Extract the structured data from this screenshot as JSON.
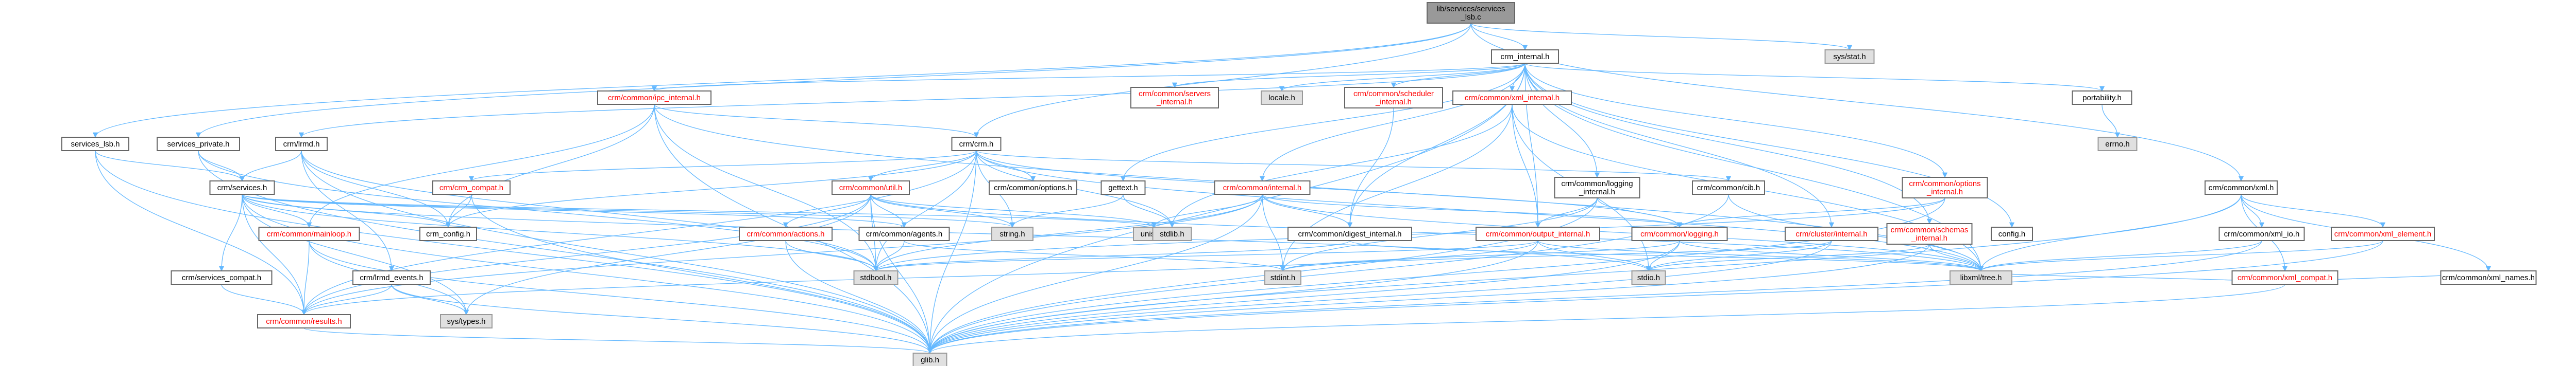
{
  "graph": {
    "title": "Dependency graph for libpacemaker/services_lsb.c",
    "colors": {
      "edge": "#63b8ff",
      "node_border": "#666666",
      "node_fill": "#ffffff",
      "system_fill": "#e0e0e0",
      "root_fill": "#999999",
      "text": "#000000",
      "red_text": "#ff0000"
    },
    "nodes": [
      {
        "id": "root",
        "label": "lib/services/services\n_lsb.c",
        "style": "root"
      },
      {
        "id": "sysstat",
        "label": "sys/stat.h",
        "style": "system"
      },
      {
        "id": "crm_internal",
        "label": "crm_internal.h",
        "style": "normal"
      },
      {
        "id": "servers_internal",
        "label": "crm/common/servers\n_internal.h",
        "style": "red"
      },
      {
        "id": "locale",
        "label": "locale.h",
        "style": "system"
      },
      {
        "id": "scheduler_internal",
        "label": "crm/common/scheduler\n_internal.h",
        "style": "red"
      },
      {
        "id": "xml_internal",
        "label": "crm/common/xml_internal.h",
        "style": "red"
      },
      {
        "id": "ipc_internal",
        "label": "crm/common/ipc_internal.h",
        "style": "red"
      },
      {
        "id": "crm_lrmd",
        "label": "crm/lrmd.h",
        "style": "normal"
      },
      {
        "id": "services_private",
        "label": "services_private.h",
        "style": "normal"
      },
      {
        "id": "services_lsb",
        "label": "services_lsb.h",
        "style": "normal"
      },
      {
        "id": "portability",
        "label": "portability.h",
        "style": "normal"
      },
      {
        "id": "errno",
        "label": "errno.h",
        "style": "system"
      },
      {
        "id": "crm_crm",
        "label": "crm/crm.h",
        "style": "normal"
      },
      {
        "id": "crm_compat",
        "label": "crm/crm_compat.h",
        "style": "red"
      },
      {
        "id": "crm_services",
        "label": "crm/services.h",
        "style": "normal"
      },
      {
        "id": "crm_config",
        "label": "crm_config.h",
        "style": "normal"
      },
      {
        "id": "mainloop",
        "label": "crm/common/mainloop.h",
        "style": "red"
      },
      {
        "id": "services_compat",
        "label": "crm/services_compat.h",
        "style": "normal"
      },
      {
        "id": "lrmd_events",
        "label": "crm/lrmd_events.h",
        "style": "normal"
      },
      {
        "id": "results",
        "label": "crm/common/results.h",
        "style": "red"
      },
      {
        "id": "systypes",
        "label": "sys/types.h",
        "style": "system"
      },
      {
        "id": "glib",
        "label": "glib.h",
        "style": "system"
      },
      {
        "id": "common_util",
        "label": "crm/common/util.h",
        "style": "red"
      },
      {
        "id": "actions",
        "label": "crm/common/actions.h",
        "style": "red"
      },
      {
        "id": "agents",
        "label": "crm/common/agents.h",
        "style": "normal"
      },
      {
        "id": "options",
        "label": "crm/common/options.h",
        "style": "normal"
      },
      {
        "id": "stringh",
        "label": "string.h",
        "style": "system"
      },
      {
        "id": "unistd",
        "label": "unistd.h",
        "style": "system"
      },
      {
        "id": "stdbool",
        "label": "stdbool.h",
        "style": "system"
      },
      {
        "id": "gettext",
        "label": "gettext.h",
        "style": "normal"
      },
      {
        "id": "stdlib",
        "label": "stdlib.h",
        "style": "system"
      },
      {
        "id": "common_internal",
        "label": "crm/common/internal.h",
        "style": "red"
      },
      {
        "id": "digest_internal",
        "label": "crm/common/digest_internal.h",
        "style": "normal"
      },
      {
        "id": "stdint",
        "label": "stdint.h",
        "style": "system"
      },
      {
        "id": "logging_internal",
        "label": "crm/common/logging\n_internal.h",
        "style": "normal"
      },
      {
        "id": "output_internal",
        "label": "crm/common/output_internal.h",
        "style": "red"
      },
      {
        "id": "common_logging",
        "label": "crm/common/logging.h",
        "style": "red"
      },
      {
        "id": "stdio",
        "label": "stdio.h",
        "style": "system"
      },
      {
        "id": "common_cib",
        "label": "crm/common/cib.h",
        "style": "normal"
      },
      {
        "id": "libxml_tree",
        "label": "libxml/tree.h",
        "style": "system"
      },
      {
        "id": "options_internal",
        "label": "crm/common/options\n_internal.h",
        "style": "red"
      },
      {
        "id": "cluster_internal",
        "label": "crm/cluster/internal.h",
        "style": "red"
      },
      {
        "id": "schemas_internal",
        "label": "crm/common/schemas\n_internal.h",
        "style": "red"
      },
      {
        "id": "configh",
        "label": "config.h",
        "style": "normal"
      },
      {
        "id": "common_xml",
        "label": "crm/common/xml.h",
        "style": "normal"
      },
      {
        "id": "xml_io",
        "label": "crm/common/xml_io.h",
        "style": "normal"
      },
      {
        "id": "xml_element",
        "label": "crm/common/xml_element.h",
        "style": "red"
      },
      {
        "id": "xml_compat",
        "label": "crm/common/xml_compat.h",
        "style": "red"
      },
      {
        "id": "xml_names",
        "label": "crm/common/xml_names.h",
        "style": "normal"
      }
    ],
    "edges": [
      [
        "root",
        "sysstat"
      ],
      [
        "root",
        "crm_internal"
      ],
      [
        "root",
        "services_private"
      ],
      [
        "root",
        "services_lsb"
      ],
      [
        "root",
        "crm_crm"
      ],
      [
        "root",
        "common_xml"
      ],
      [
        "crm_internal",
        "servers_internal"
      ],
      [
        "crm_internal",
        "locale"
      ],
      [
        "crm_internal",
        "scheduler_internal"
      ],
      [
        "crm_internal",
        "xml_internal"
      ],
      [
        "crm_internal",
        "ipc_internal"
      ],
      [
        "crm_internal",
        "portability"
      ],
      [
        "crm_internal",
        "crm_lrmd"
      ],
      [
        "crm_internal",
        "options_internal"
      ],
      [
        "crm_internal",
        "schemas_internal"
      ],
      [
        "crm_internal",
        "configh"
      ],
      [
        "crm_internal",
        "common_internal"
      ],
      [
        "crm_internal",
        "glib"
      ],
      [
        "crm_internal",
        "gettext"
      ],
      [
        "crm_internal",
        "logging_internal"
      ],
      [
        "crm_internal",
        "cluster_internal"
      ],
      [
        "crm_internal",
        "digest_internal"
      ],
      [
        "crm_internal",
        "output_internal"
      ],
      [
        "crm_internal",
        "libxml_tree"
      ],
      [
        "portability",
        "errno"
      ],
      [
        "scheduler_internal",
        "digest_internal"
      ],
      [
        "xml_internal",
        "stdlib"
      ],
      [
        "xml_internal",
        "output_internal"
      ],
      [
        "xml_internal",
        "libxml_tree"
      ],
      [
        "xml_internal",
        "stdint"
      ],
      [
        "xml_internal",
        "stdio"
      ],
      [
        "ipc_internal",
        "crm_crm"
      ],
      [
        "ipc_internal",
        "mainloop"
      ],
      [
        "ipc_internal",
        "glib"
      ],
      [
        "ipc_internal",
        "stdbool"
      ],
      [
        "ipc_internal",
        "crm_config"
      ],
      [
        "ipc_internal",
        "libxml_tree"
      ],
      [
        "crm_lrmd",
        "crm_services"
      ],
      [
        "crm_lrmd",
        "lrmd_events"
      ],
      [
        "crm_lrmd",
        "crm_config"
      ],
      [
        "crm_lrmd",
        "stdbool"
      ],
      [
        "crm_lrmd",
        "glib"
      ],
      [
        "services_private",
        "crm_services"
      ],
      [
        "services_private",
        "glib"
      ],
      [
        "services_private",
        "stdbool"
      ],
      [
        "services_lsb",
        "crm_services"
      ],
      [
        "services_lsb",
        "glib"
      ],
      [
        "services_lsb",
        "results"
      ],
      [
        "crm_crm",
        "crm_compat"
      ],
      [
        "crm_crm",
        "common_util"
      ],
      [
        "crm_crm",
        "options"
      ],
      [
        "crm_crm",
        "common_cib"
      ],
      [
        "crm_crm",
        "common_logging"
      ],
      [
        "crm_crm",
        "results"
      ],
      [
        "crm_crm",
        "stdlib"
      ],
      [
        "crm_crm",
        "glib"
      ],
      [
        "crm_crm",
        "stdbool"
      ],
      [
        "crm_crm",
        "crm_config"
      ],
      [
        "crm_crm",
        "stringh"
      ],
      [
        "crm_crm",
        "libxml_tree"
      ],
      [
        "crm_compat",
        "crm_config"
      ],
      [
        "crm_compat",
        "glib"
      ],
      [
        "crm_services",
        "mainloop"
      ],
      [
        "crm_services",
        "services_compat"
      ],
      [
        "crm_services",
        "crm_config"
      ],
      [
        "crm_services",
        "agents"
      ],
      [
        "crm_services",
        "stdbool"
      ],
      [
        "crm_services",
        "results"
      ],
      [
        "crm_services",
        "glib"
      ],
      [
        "crm_services",
        "stdio"
      ],
      [
        "crm_services",
        "stringh"
      ],
      [
        "crm_services",
        "systypes"
      ],
      [
        "crm_services",
        "unistd"
      ],
      [
        "mainloop",
        "results"
      ],
      [
        "mainloop",
        "glib"
      ],
      [
        "mainloop",
        "systypes"
      ],
      [
        "services_compat",
        "results"
      ],
      [
        "lrmd_events",
        "results"
      ],
      [
        "lrmd_events",
        "systypes"
      ],
      [
        "lrmd_events",
        "glib"
      ],
      [
        "results",
        "glib"
      ],
      [
        "common_util",
        "actions"
      ],
      [
        "common_util",
        "agents"
      ],
      [
        "common_util",
        "stdbool"
      ],
      [
        "common_util",
        "stringh"
      ],
      [
        "common_util",
        "unistd"
      ],
      [
        "common_util",
        "systypes"
      ],
      [
        "common_util",
        "glib"
      ],
      [
        "common_util",
        "results"
      ],
      [
        "common_util",
        "libxml_tree"
      ],
      [
        "actions",
        "stdbool"
      ],
      [
        "actions",
        "glib"
      ],
      [
        "agents",
        "stdbool"
      ],
      [
        "agents",
        "stdint"
      ],
      [
        "gettext",
        "stringh"
      ],
      [
        "gettext",
        "stdlib"
      ],
      [
        "common_internal",
        "stdbool"
      ],
      [
        "common_internal",
        "stdint"
      ],
      [
        "common_internal",
        "glib"
      ],
      [
        "common_internal",
        "digest_internal"
      ],
      [
        "common_internal",
        "unistd"
      ],
      [
        "common_internal",
        "common_logging"
      ],
      [
        "common_internal",
        "results"
      ],
      [
        "common_internal",
        "libxml_tree"
      ],
      [
        "digest_internal",
        "libxml_tree"
      ],
      [
        "digest_internal",
        "stdbool"
      ],
      [
        "logging_internal",
        "output_internal"
      ],
      [
        "logging_internal",
        "common_logging"
      ],
      [
        "logging_internal",
        "glib"
      ],
      [
        "logging_internal",
        "stdint"
      ],
      [
        "output_internal",
        "glib"
      ],
      [
        "output_internal",
        "libxml_tree"
      ],
      [
        "output_internal",
        "stdbool"
      ],
      [
        "output_internal",
        "stdio"
      ],
      [
        "output_internal",
        "results"
      ],
      [
        "common_logging",
        "glib"
      ],
      [
        "common_logging",
        "stdio"
      ],
      [
        "common_logging",
        "libxml_tree"
      ],
      [
        "common_logging",
        "stdint"
      ],
      [
        "common_cib",
        "glib"
      ],
      [
        "common_cib",
        "libxml_tree"
      ],
      [
        "options_internal",
        "glib"
      ],
      [
        "options_internal",
        "stdbool"
      ],
      [
        "options_internal",
        "common_logging"
      ],
      [
        "cluster_internal",
        "glib"
      ],
      [
        "cluster_internal",
        "stdint"
      ],
      [
        "cluster_internal",
        "stdio"
      ],
      [
        "schemas_internal",
        "glib"
      ],
      [
        "schemas_internal",
        "libxml_tree"
      ],
      [
        "schemas_internal",
        "stdio"
      ],
      [
        "common_xml",
        "xml_io"
      ],
      [
        "common_xml",
        "xml_element"
      ],
      [
        "common_xml",
        "xml_compat"
      ],
      [
        "common_xml",
        "xml_names"
      ],
      [
        "common_xml",
        "glib"
      ],
      [
        "common_xml",
        "libxml_tree"
      ],
      [
        "xml_io",
        "glib"
      ],
      [
        "xml_io",
        "libxml_tree"
      ],
      [
        "xml_element",
        "glib"
      ],
      [
        "xml_element",
        "libxml_tree"
      ],
      [
        "xml_compat",
        "glib"
      ],
      [
        "xml_compat",
        "libxml_tree"
      ],
      [
        "xml_compat",
        "xml_names"
      ]
    ]
  }
}
